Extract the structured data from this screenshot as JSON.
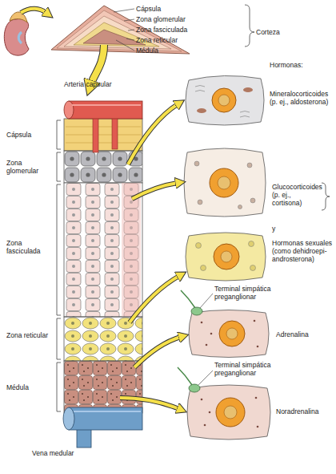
{
  "diagram": {
    "labels": [
      "Cápsula",
      "Zona glomerular",
      "Zona fasciculada",
      "Corteza",
      "Zona reticular",
      "Médula",
      "Hormonas:",
      "Arteria capsular",
      "Mineralocorticoides (p. ej., aldosterona)",
      "Cápsula",
      "Zona glomerular",
      "Glucocorticoides (p. ej., cortisona)",
      "y",
      "Zona fasciculada",
      "Hormonas sexuales (como dehidroepi- androsterona)",
      "Terminal simpática preganglionar",
      "Zona reticular",
      "Adrenalina",
      "Terminal simpática preganglionar",
      "Médula",
      "Noradrenalina",
      "Vena medular"
    ]
  }
}
